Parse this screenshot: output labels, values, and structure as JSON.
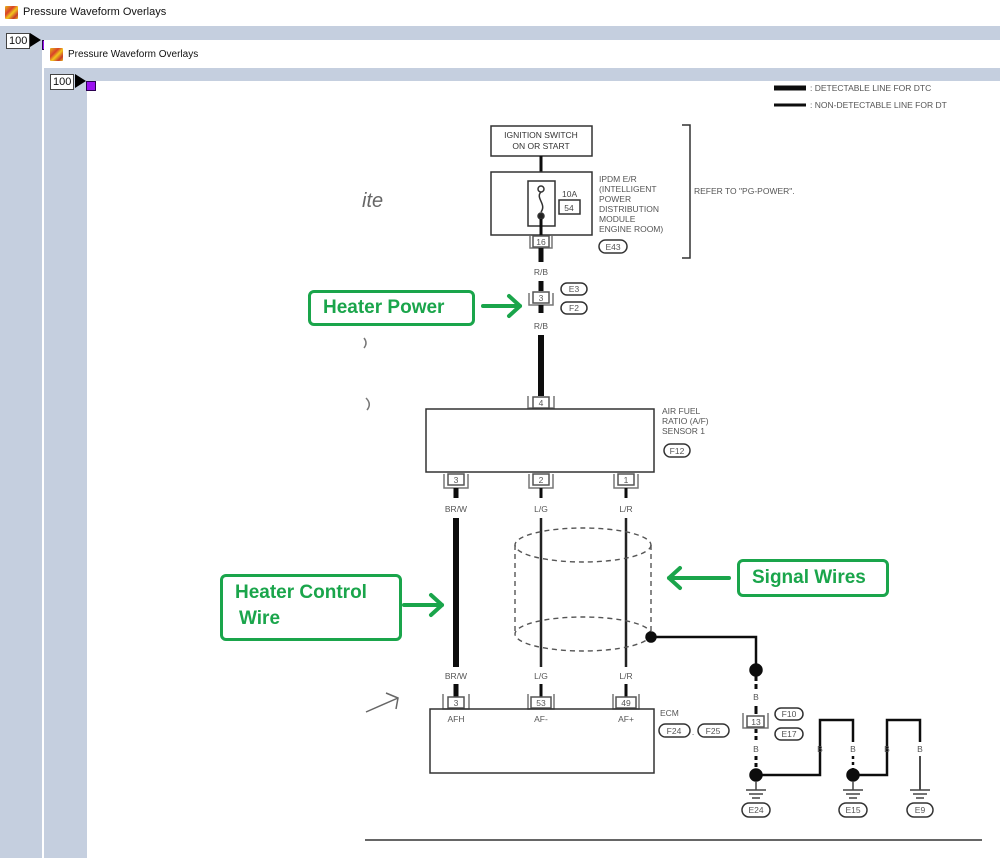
{
  "outer_window": {
    "title": "Pressure Waveform Overlays",
    "zoom_value": "100"
  },
  "inner_window": {
    "title": "Pressure Waveform Overlays",
    "zoom_value": "100"
  },
  "colors": {
    "accent_green": "#1aa54b",
    "panel_band": "#c5cfdf",
    "handle_purple": "#9b12f0"
  },
  "diagram": {
    "legend": [
      {
        "style": "thick",
        "label": ": DETECTABLE LINE FOR DTC"
      },
      {
        "style": "thin",
        "label": ": NON-DETECTABLE LINE FOR DT"
      }
    ],
    "ignition_switch": {
      "line1": "IGNITION SWITCH",
      "line2": "ON OR START"
    },
    "ipdm": {
      "fuse_rating": "10A",
      "fuse_number": "54",
      "label_lines": [
        "IPDM E/R",
        "(INTELLIGENT",
        "POWER",
        "DISTRIBUTION",
        "MODULE",
        "ENGINE ROOM)"
      ],
      "connector_ref": "E43",
      "pin": "16"
    },
    "refer_note": "REFER TO \"PG-POWER\".",
    "wire_rb_top": "R/B",
    "wire_rb_bottom": "R/B",
    "joint_connector": {
      "pin": "3",
      "refs": [
        "E3",
        "F2"
      ]
    },
    "af_sensor": {
      "label_lines": [
        "AIR FUEL",
        "RATIO (A/F)",
        "SENSOR 1"
      ],
      "connector_ref": "F12",
      "top_pin": "4",
      "bottom_pins": [
        "3",
        "2",
        "1"
      ],
      "wire_colors": [
        "BR/W",
        "L/G",
        "L/R"
      ]
    },
    "ecm": {
      "label": "ECM",
      "connector_refs": [
        "F24",
        "F25"
      ],
      "separator": ".",
      "pins": [
        "3",
        "53",
        "49"
      ],
      "wire_colors": [
        "BR/W",
        "L/G",
        "L/R"
      ],
      "terminals": [
        "AFH",
        "AF-",
        "AF+"
      ]
    },
    "shield_ground": {
      "wire_color": "B",
      "joint_pin": "13",
      "joint_refs": [
        "F10",
        "E17"
      ],
      "ground_refs": [
        "E24",
        "E15",
        "E9"
      ]
    },
    "handwriting": {
      "text1": "ite"
    }
  },
  "annotations": {
    "heater_power": "Heater Power",
    "heater_control_line1": "Heater Control",
    "heater_control_line2": "Wire",
    "signal_wires": "Signal Wires"
  }
}
